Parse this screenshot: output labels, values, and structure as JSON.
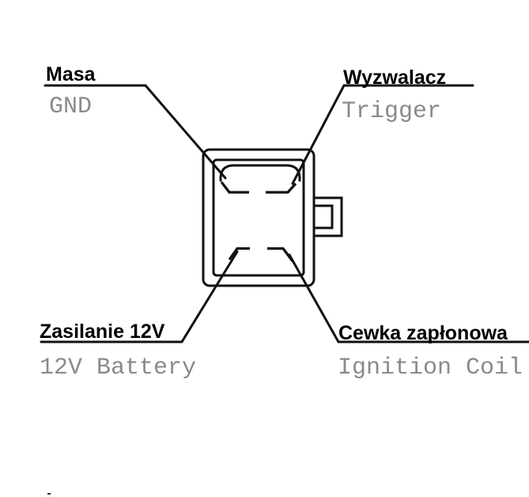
{
  "labels": {
    "gnd": {
      "polish": "Masa",
      "english": "GND"
    },
    "trigger": {
      "polish": "Wyzwalacz",
      "english": "Trigger"
    },
    "battery": {
      "polish": "Zasilanie 12V",
      "english": "12V Battery"
    },
    "ignition": {
      "polish": "Cewka zapłonowa",
      "english": "Ignition Coil"
    }
  }
}
